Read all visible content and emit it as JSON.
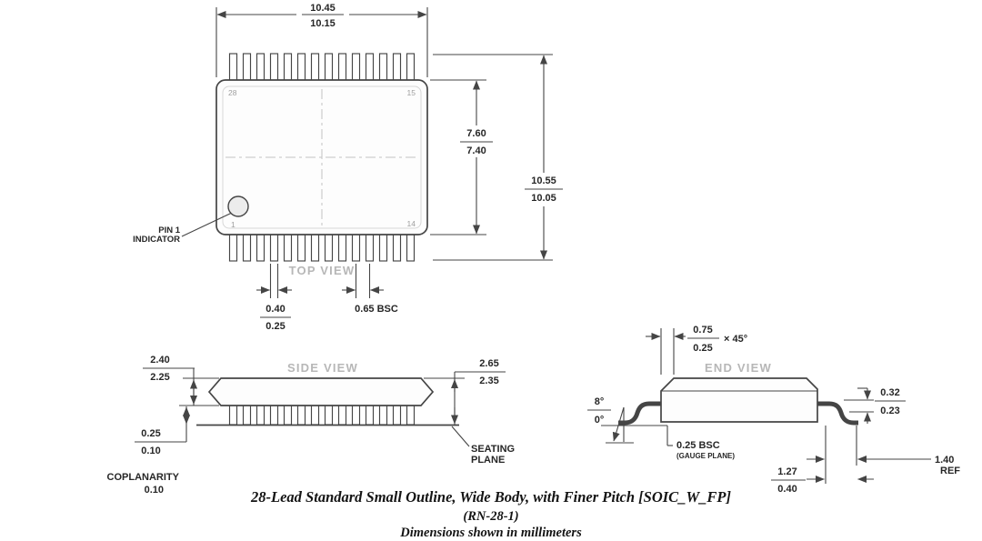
{
  "drawing": {
    "line_color": "#454545",
    "view_label_color": "#b7b7b7"
  },
  "top_view": {
    "label": "TOP VIEW",
    "pin_top_left": "28",
    "pin_top_right": "15",
    "pin_bottom_right": "14",
    "pin_bottom_left": "1",
    "pin1_line1": "PIN 1",
    "pin1_line2": "INDICATOR",
    "width_max": "10.45",
    "width_min": "10.15",
    "body_max": "7.60",
    "body_min": "7.40",
    "overall_max": "10.55",
    "overall_min": "10.05",
    "lead_width_max": "0.40",
    "lead_width_min": "0.25",
    "pitch": "0.65 BSC"
  },
  "side_view": {
    "label": "SIDE VIEW",
    "body_max": "2.40",
    "body_min": "2.25",
    "overall_max": "2.65",
    "overall_min": "2.35",
    "standoff_max": "0.25",
    "standoff_min": "0.10",
    "coplanarity_label": "COPLANARITY",
    "coplanarity_value": "0.10",
    "seating_line1": "SEATING",
    "seating_line2": "PLANE"
  },
  "end_view": {
    "label": "END VIEW",
    "chamfer_max": "0.75",
    "chamfer_min": "0.25",
    "chamfer_angle": "× 45°",
    "lead_angle_max": "8°",
    "lead_angle_min": "0°",
    "gauge_value": "0.25 BSC",
    "gauge_label": "(GAUGE PLANE)",
    "lead_thickness_max": "0.32",
    "lead_thickness_min": "0.23",
    "foot_ref_value": "1.40",
    "foot_ref_label": "REF",
    "foot_len_max": "1.27",
    "foot_len_min": "0.40"
  },
  "caption": {
    "line1": "28-Lead Standard Small Outline, Wide Body, with Finer Pitch [SOIC_W_FP]",
    "line2": "(RN-28-1)",
    "line3": "Dimensions shown in millimeters"
  }
}
